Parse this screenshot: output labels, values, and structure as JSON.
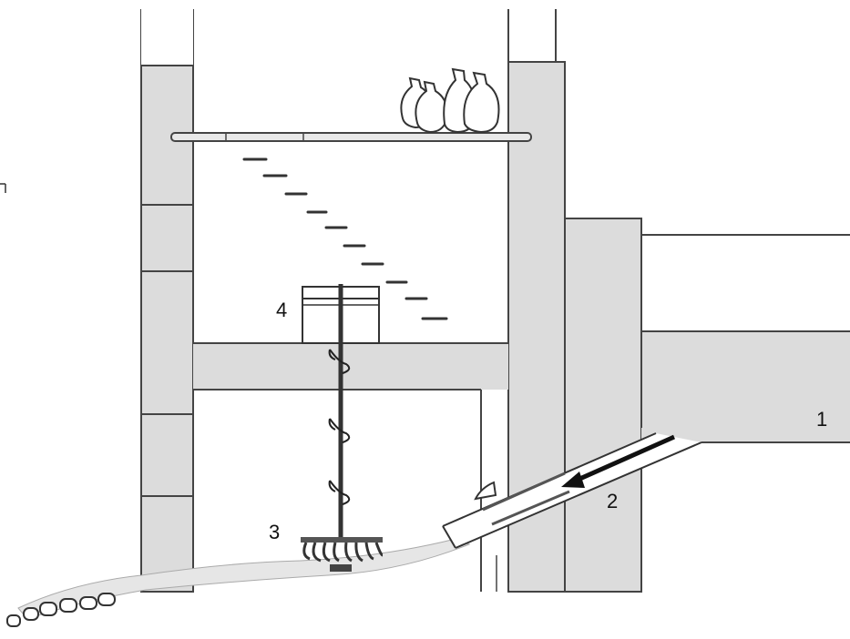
{
  "diagram": {
    "callouts": [
      {
        "id": "1",
        "label": "1"
      },
      {
        "id": "2",
        "label": "2"
      },
      {
        "id": "3",
        "label": "3"
      },
      {
        "id": "4",
        "label": "4"
      }
    ],
    "colors": {
      "wall_fill": "#dcdcdc",
      "line": "#333333",
      "water": "#e6e6e6",
      "background": "#ffffff"
    }
  }
}
